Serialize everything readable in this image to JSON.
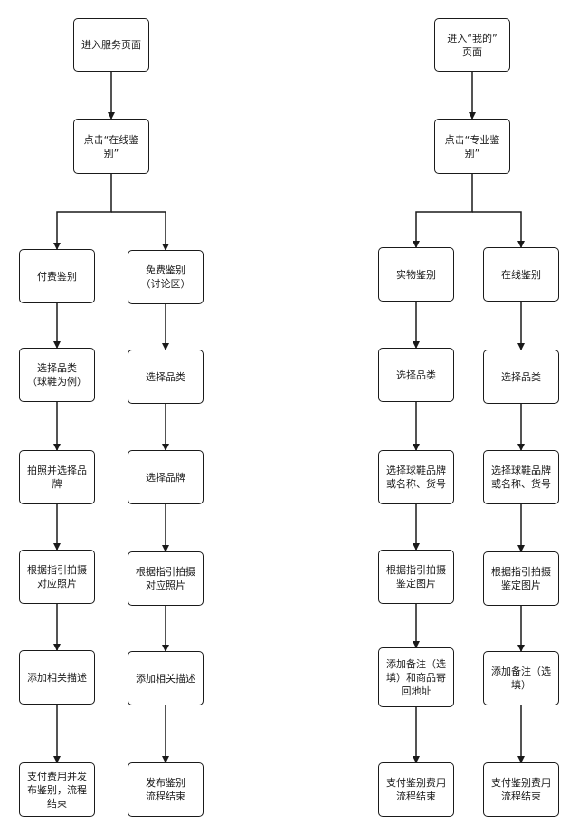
{
  "colors": {
    "stroke": "#1a1a1a",
    "fill": "#ffffff",
    "text": "#1a1a1a"
  },
  "left_flow": {
    "start": "进入服务页面",
    "click": "点击“在线鉴\n别”",
    "branch_paid": {
      "head": "付费鉴别",
      "steps": [
        "选择品类\n（球鞋为例）",
        "拍照并选择品\n牌",
        "根据指引拍摄\n对应照片",
        "添加相关描述",
        "支付费用并发\n布鉴别，流程\n结束"
      ]
    },
    "branch_free": {
      "head": "免费鉴别\n（讨论区）",
      "steps": [
        "选择品类",
        "选择品牌",
        "根据指引拍摄\n对应照片",
        "添加相关描述",
        "发布鉴别\n流程结束"
      ]
    }
  },
  "right_flow": {
    "start": "进入“我的”\n页面",
    "click": "点击“专业鉴\n别”",
    "branch_physical": {
      "head": "实物鉴别",
      "steps": [
        "选择品类",
        "选择球鞋品牌\n或名称、货号",
        "根据指引拍摄\n鉴定图片",
        "添加备注（选\n填）和商品寄\n回地址",
        "支付鉴别费用\n流程结束"
      ]
    },
    "branch_online": {
      "head": "在线鉴别",
      "steps": [
        "选择品类",
        "选择球鞋品牌\n或名称、货号",
        "根据指引拍摄\n鉴定图片",
        "添加备注（选\n填）",
        "支付鉴别费用\n流程结束"
      ]
    }
  }
}
